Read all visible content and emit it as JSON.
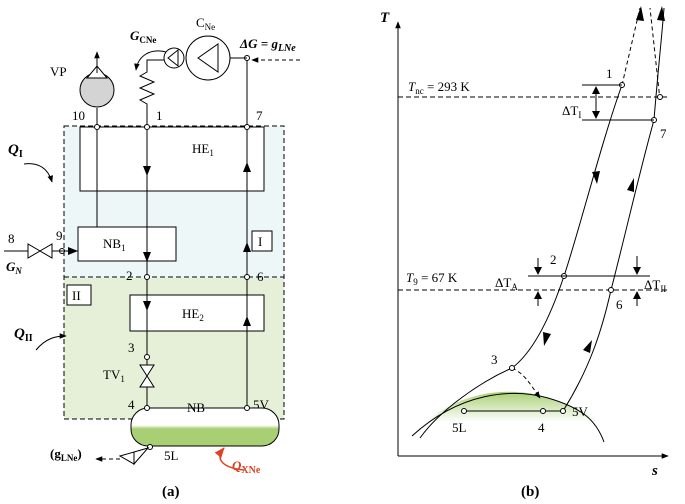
{
  "panel_a": {
    "caption": "(a)",
    "labels": {
      "vp": "VP",
      "c_ne": "C",
      "c_ne_sub": "Ne",
      "g_cne": "G",
      "g_cne_sub": "CNe",
      "delta_g": "ΔG = g",
      "delta_g_sub": "LNe",
      "he1": "HE",
      "he1_sub": "1",
      "he2": "HE",
      "he2_sub": "2",
      "nb1": "NB",
      "nb1_sub": "1",
      "nb": "NB",
      "tv1": "TV",
      "tv1_sub": "1",
      "q1": "Q",
      "q1_sub": "I",
      "q2": "Q",
      "q2_sub": "II",
      "qxne": "Q",
      "qxne_sub": "XNe",
      "gn": "G",
      "gn_sub": "N",
      "gl_open": "(g",
      "gl_sub": "LNe",
      "gl_close": ")",
      "zone1": "I",
      "zone2": "II"
    },
    "nodes": [
      "10",
      "1",
      "7",
      "8",
      "9",
      "2",
      "6",
      "3",
      "4",
      "5V",
      "5L"
    ]
  },
  "panel_b": {
    "caption": "(b)",
    "axis_t": "T",
    "axis_s": "s",
    "tnc_label": "T",
    "tnc_sub": "nc",
    "tnc_value": " = 293 K",
    "t9_label": "T",
    "t9_sub": "9",
    "t9_value": " = 67 K",
    "dti": "ΔT",
    "dti_sub": "I",
    "dta": "ΔT",
    "dta_sub": "A",
    "dtii": "ΔT",
    "dtii_sub": "II",
    "points": [
      "1",
      "7",
      "2",
      "6",
      "3",
      "5L",
      "4",
      "5V"
    ]
  },
  "colors": {
    "zone1_fill": "#eef7f8",
    "zone2_fill": "#e6f0d8",
    "dome_fill": "#a9cf74",
    "vp_fill": "#d4d4d4",
    "accent_red": "#e0401f"
  }
}
